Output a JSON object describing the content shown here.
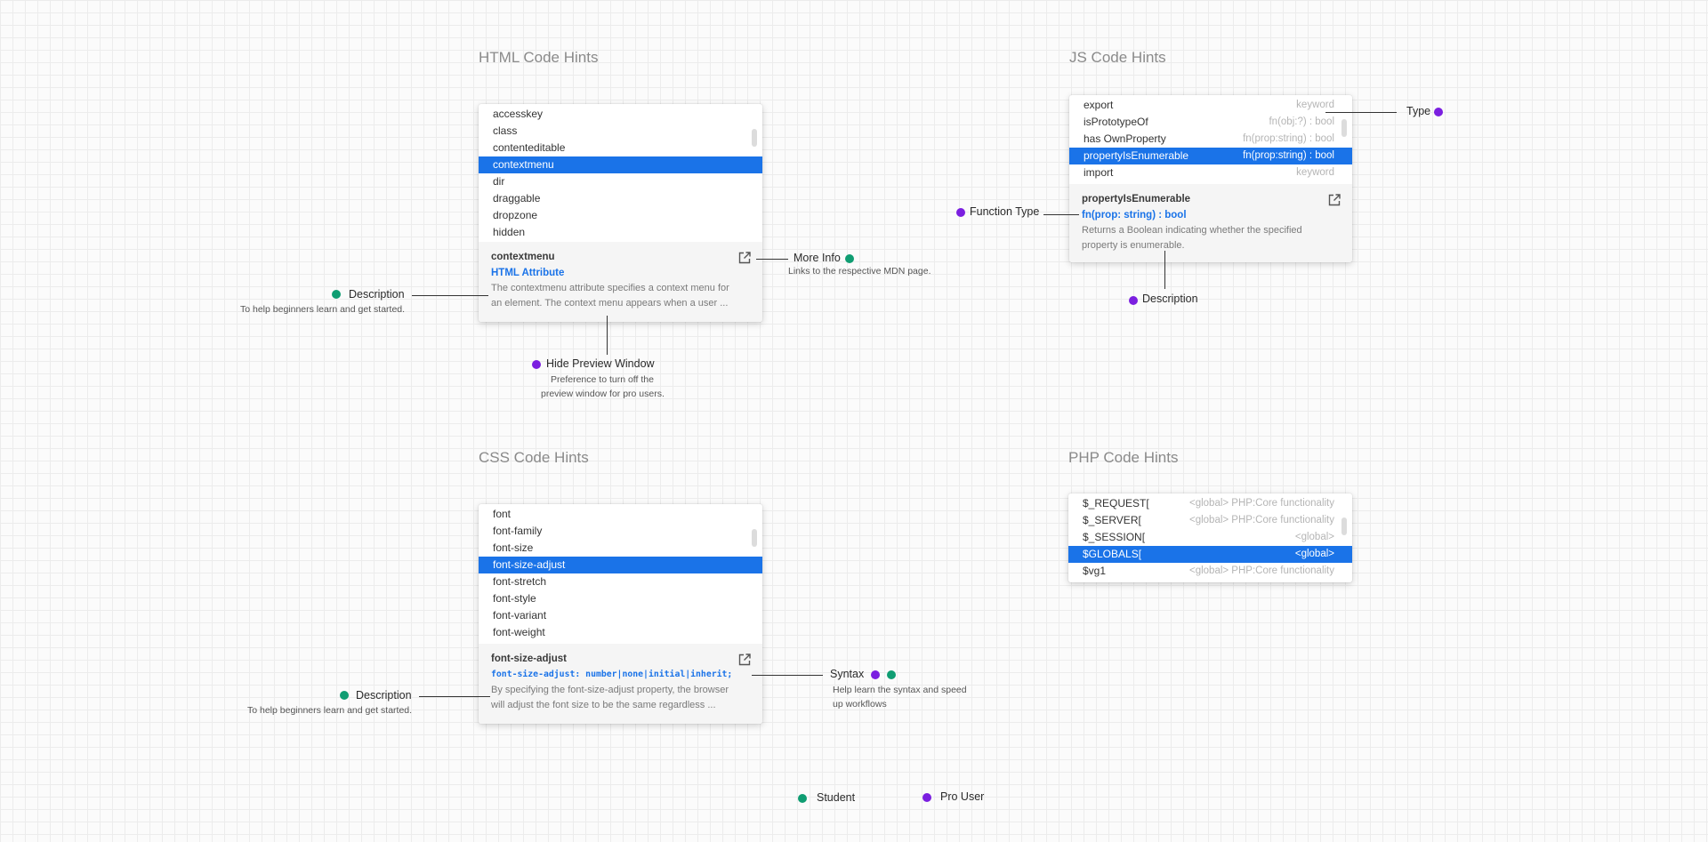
{
  "sections": {
    "html": "HTML Code Hints",
    "js": "JS Code Hints",
    "css": "CSS Code Hints",
    "php": "PHP Code Hints"
  },
  "html_hints": {
    "items": [
      "accesskey",
      "class",
      "contenteditable",
      "contextmenu",
      "dir",
      "draggable",
      "dropzone",
      "hidden"
    ],
    "selected_index": 3,
    "preview": {
      "name": "contextmenu",
      "type": "HTML Attribute",
      "desc_line1": "The contextmenu attribute specifies a context menu for",
      "desc_line2": "an element. The context menu appears when a user ..."
    }
  },
  "js_hints": {
    "items": [
      {
        "name": "export",
        "hint": "keyword"
      },
      {
        "name": "isPrototypeOf",
        "hint": "fn(obj:?) : bool"
      },
      {
        "name": "has OwnProperty",
        "hint": "fn(prop:string) : bool"
      },
      {
        "name": "propertyIsEnumerable",
        "hint": "fn(prop:string) : bool"
      },
      {
        "name": "import",
        "hint": "keyword"
      }
    ],
    "selected_index": 3,
    "preview": {
      "name": "propertyIsEnumerable",
      "type": "fn(prop: string) : bool",
      "desc_line1": "Returns a Boolean indicating whether the specified",
      "desc_line2": "property is enumerable."
    }
  },
  "css_hints": {
    "items": [
      "font",
      "font-family",
      "font-size",
      "font-size-adjust",
      "font-stretch",
      "font-style",
      "font-variant",
      "font-weight"
    ],
    "selected_index": 3,
    "preview": {
      "name": "font-size-adjust",
      "type": "font-size-adjust: number|none|initial|inherit;",
      "desc_line1": "By specifying the font-size-adjust property, the browser",
      "desc_line2": "will adjust the font size to be the same regardless ..."
    }
  },
  "php_hints": {
    "items": [
      {
        "name": "$_REQUEST[",
        "hint": "<global> PHP:Core functionality"
      },
      {
        "name": "$_SERVER[",
        "hint": "<global> PHP:Core functionality"
      },
      {
        "name": "$_SESSION[",
        "hint": "<global>"
      },
      {
        "name": "$GLOBALS[",
        "hint": "<global>"
      },
      {
        "name": "$vg1",
        "hint": "<global> PHP:Core functionality"
      }
    ],
    "selected_index": 3
  },
  "annotations": {
    "html_description": {
      "label": "Description",
      "sub": "To help beginners learn and get started."
    },
    "more_info": {
      "label": "More Info",
      "sub": "Links to the respective MDN page."
    },
    "hide_preview": {
      "label": "Hide Preview Window",
      "sub_line1": "Preference to turn off the",
      "sub_line2": "preview window for pro users."
    },
    "js_type": {
      "label": "Type"
    },
    "js_function_type": {
      "label": "Function Type"
    },
    "js_description": {
      "label": "Description"
    },
    "css_description": {
      "label": "Description",
      "sub": "To help beginners learn and get started."
    },
    "css_syntax": {
      "label": "Syntax",
      "sub_line1": "Help learn the syntax and speed",
      "sub_line2": "up workflows"
    }
  },
  "legend": {
    "student": "Student",
    "pro_user": "Pro User"
  },
  "colors": {
    "student": "#0f9d72",
    "pro_user": "#7b1fe0",
    "selection": "#1a73e8"
  },
  "icons": {
    "external_link": "external-link-icon"
  }
}
